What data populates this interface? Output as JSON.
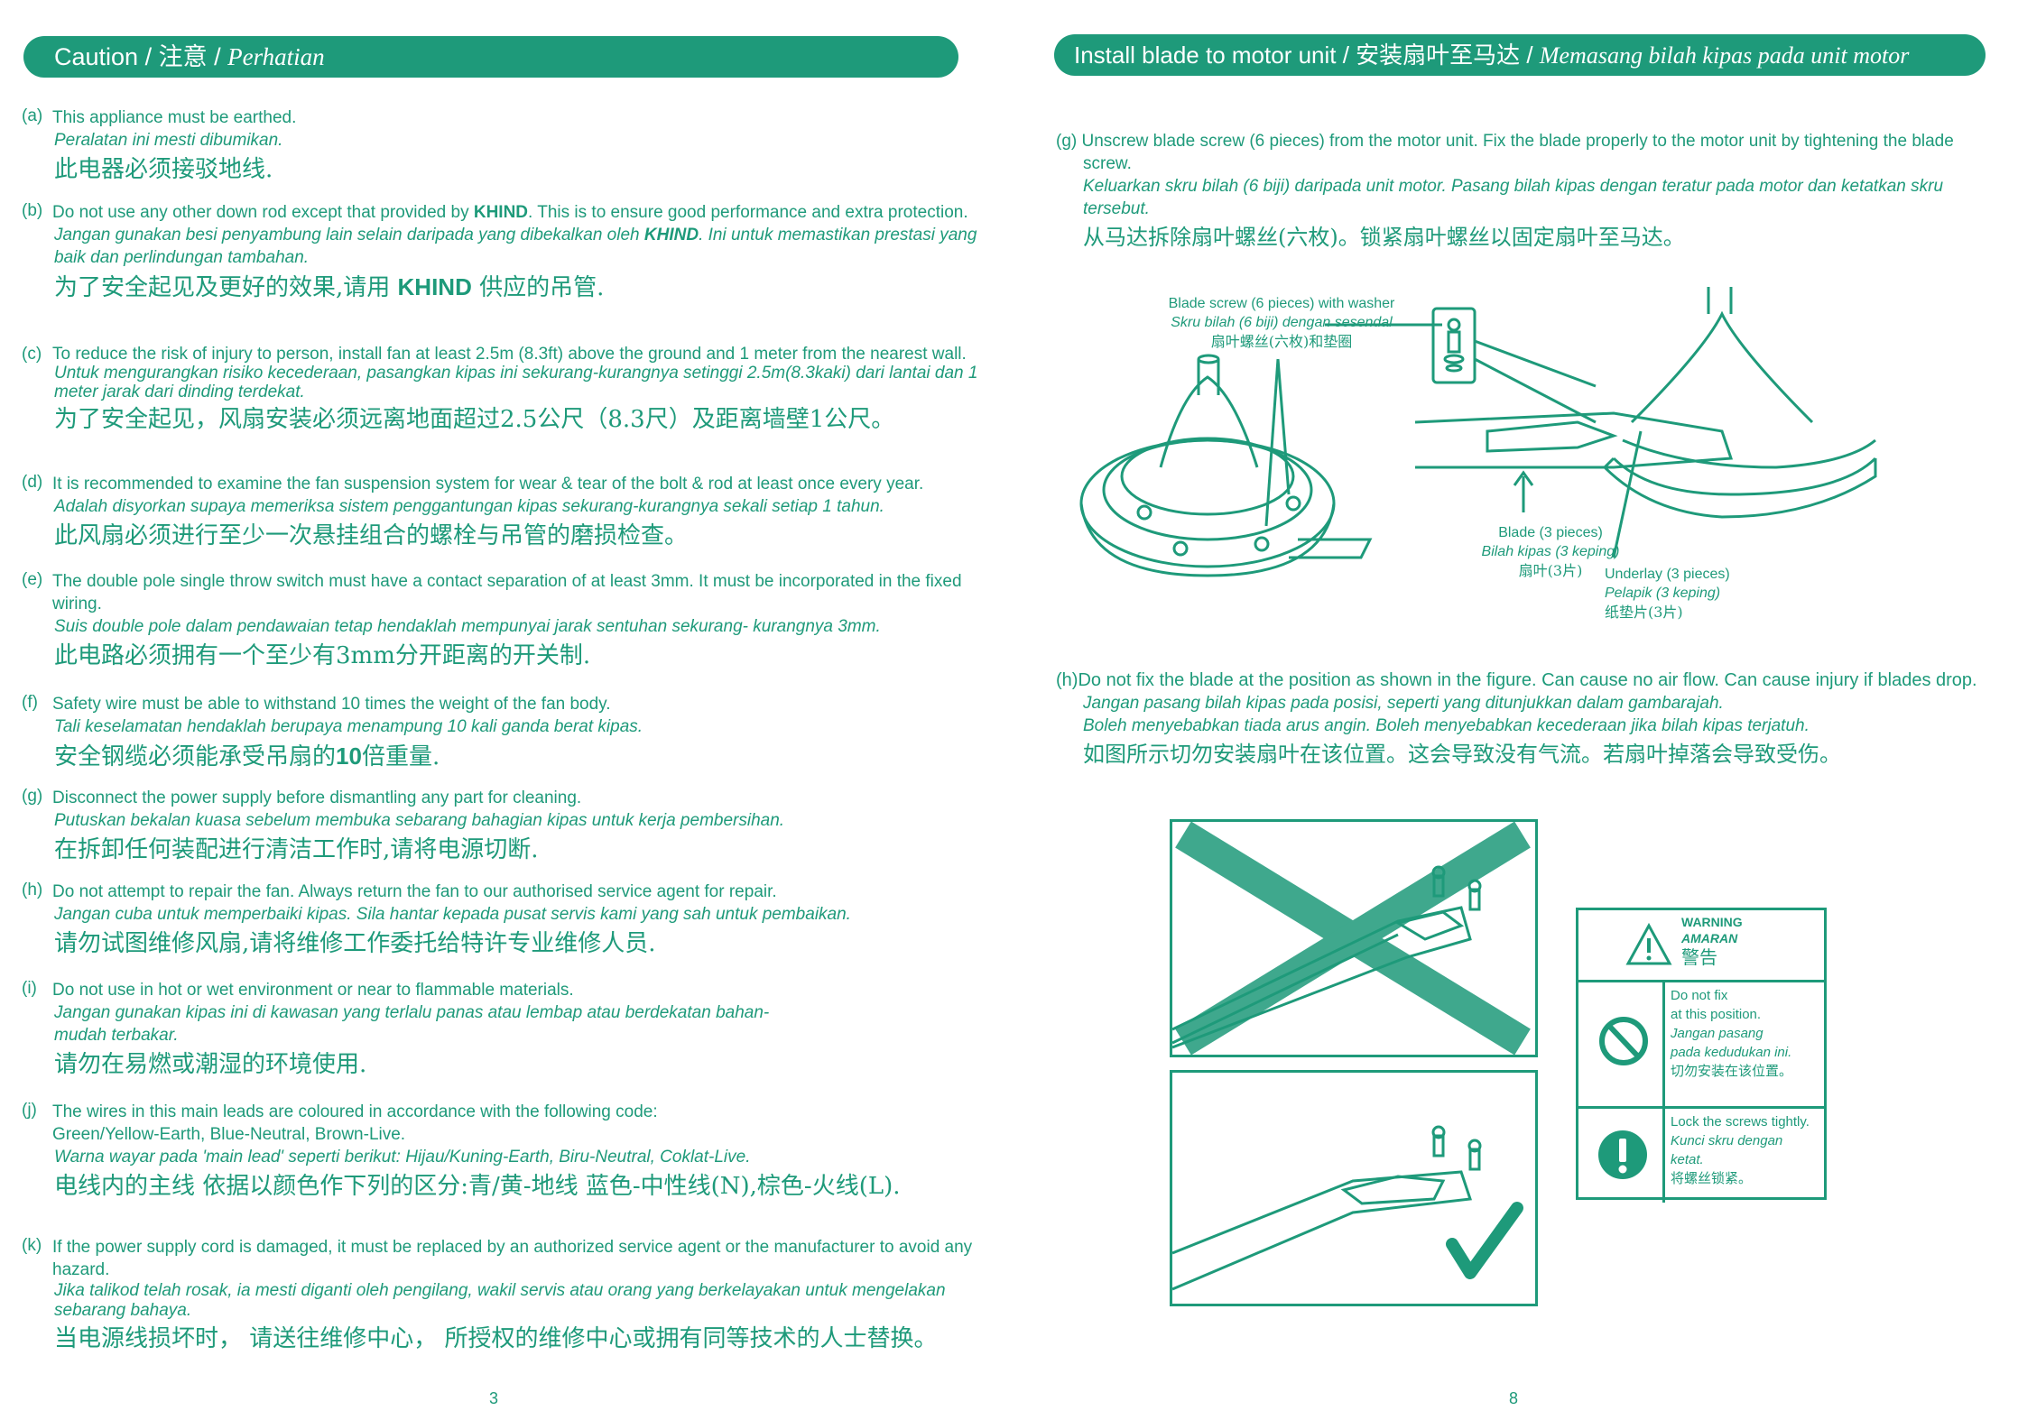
{
  "left": {
    "banner": {
      "en": "Caution",
      "cn": "注意",
      "my": "Perhatian",
      "sep": " / "
    },
    "items": [
      {
        "letter": "(a)",
        "en": "This appliance must be earthed.",
        "my": "Peralatan ini mesti dibumikan.",
        "cn": "此电器必须接驳地线."
      },
      {
        "letter": "(b)",
        "en_pre": "Do not use any other down rod except  that provided by ",
        "brand": "KHIND",
        "en_post": ". This is to ensure good  performance and extra protection.",
        "my_pre": "Jangan gunakan besi penyambung lain selain daripada yang dibekalkan oleh ",
        "my_brand": "KHIND",
        "my_post": ". Ini untuk  memastikan prestasi yang baik dan perlindungan tambahan.",
        "cn_pre": "为了安全起见及更好的效果,请用 ",
        "cn_brand": "KHIND",
        "cn_post": " 供应的吊管."
      },
      {
        "letter": "(c)",
        "en": "To reduce the risk of injury to person, install fan at least 2.5m (8.3ft) above the ground and 1 meter from the nearest wall.",
        "my": "Untuk mengurangkan risiko kecederaan, pasangkan kipas ini sekurang-kurangnya setinggi 2.5m(8.3kaki) dari lantai dan 1 meter jarak dari dinding terdekat.",
        "cn": "为了安全起见，风扇安装必须远离地面超过2.5公尺（8.3尺）及距离墙壁1公尺。"
      },
      {
        "letter": "(d)",
        "en": "It is recommended to examine the fan suspension system for wear & tear of the bolt & rod at least once every year.",
        "my": "Adalah disyorkan supaya memeriksa sistem penggantungan kipas sekurang-kurangnya sekali setiap 1 tahun.",
        "cn": "此风扇必须进行至少一次悬挂组合的螺栓与吊管的磨损检查。"
      },
      {
        "letter": "(e)",
        "en": "The double pole  single throw switch must have a contact separation of at least 3mm. It must be incorporated in the fixed wiring.",
        "my": "Suis double pole dalam pendawaian tetap hendaklah mempunyai jarak sentuhan sekurang- kurangnya 3mm.",
        "cn": "此电路必须拥有一个至少有3mm分开距离的开关制."
      },
      {
        "letter": "(f)",
        "en": "Safety wire must be able to withstand 10 times the weight of  the fan body.",
        "my": "Tali keselamatan hendaklah berupaya menampung 10 kali ganda berat kipas.",
        "cn_pre": "安全钢缆必须能承受吊扇的",
        "cn_bold": "10",
        "cn_post": "倍重量."
      },
      {
        "letter": "(g)",
        "en": "Disconnect the power supply before dismantling any part for cleaning.",
        "my": "Putuskan bekalan kuasa sebelum membuka sebarang bahagian kipas untuk kerja pembersihan.",
        "cn": "在拆卸任何装配进行清洁工作时,请将电源切断."
      },
      {
        "letter": "(h)",
        "en": "Do not attempt to repair  the  fan. Always return the  fan to our authorised service agent for  repair.",
        "my": "Jangan cuba untuk memperbaiki kipas. Sila hantar kepada pusat servis kami yang sah untuk pembaikan.",
        "cn": "请勿试图维修风扇,请将维修工作委托给特许专业维修人员."
      },
      {
        "letter": "(i)",
        "en": "Do not use in hot or wet environment or near to flammable materials.",
        "my": "Jangan gunakan kipas ini di kawasan yang terlalu panas atau lembap atau berdekatan bahan-mudah terbakar.",
        "cn": "请勿在易燃或潮湿的环境使用."
      },
      {
        "letter": "(j)",
        "en": "The wires in this main leads are coloured in accordance with the following code:",
        "en2": "Green/Yellow-Earth, Blue-Neutral, Brown-Live.",
        "my": "Warna wayar pada 'main lead' seperti berikut: Hijau/Kuning-Earth, Biru-Neutral,  Coklat-Live.",
        "cn": "电线内的主线 依据以颜色作下列的区分:青/黄-地线 蓝色-中性线(N),棕色-火线(L)."
      },
      {
        "letter": "(k)",
        "en": "If the power supply cord is damaged, it must be replaced by an authorized service agent or the manufacturer to avoid any hazard.",
        "my": "Jika talikod telah rosak, ia mesti diganti oleh pengilang, wakil servis atau orang yang berkelayakan untuk mengelakan sebarang bahaya.",
        "cn": "当电源线损坏时， 请送往维修中心， 所授权的维修中心或拥有同等技术的人士替换。"
      }
    ],
    "page_number": "3"
  },
  "right": {
    "banner": {
      "en": "Install blade to motor unit",
      "cn": "安装扇叶至马达",
      "my": "Memasang bilah kipas pada unit motor",
      "sep": " / "
    },
    "step_g": {
      "en": "(g) Unscrew blade screw (6 pieces) from the motor unit. Fix the blade properly to the motor unit by tightening the blade screw.",
      "my": "Keluarkan skru bilah (6 biji) daripada unit motor. Pasang bilah kipas dengan teratur pada motor dan ketatkan skru tersebut.",
      "cn": "从马达拆除扇叶螺丝(六枚)。锁紧扇叶螺丝以固定扇叶至马达。"
    },
    "labels": {
      "screw": {
        "en": "Blade screw (6 pieces) with washer",
        "my": "Skru bilah (6 biji) dengan sesendal",
        "cn": "扇叶螺丝(六枚)和垫圈"
      },
      "blade": {
        "en": "Blade (3 pieces)",
        "my": "Bilah kipas (3 keping)",
        "cn": "扇叶(3片)"
      },
      "underlay": {
        "en": "Underlay (3 pieces)",
        "my": "Pelapik (3 keping)",
        "cn": "纸垫片(3片)"
      }
    },
    "step_h": {
      "en": "(h)Do not fix the blade at the position as shown in the figure. Can cause no air flow. Can cause injury if blades drop.",
      "my": "Jangan pasang bilah kipas pada posisi, seperti yang ditunjukkan dalam gambarajah.",
      "my2": "Boleh menyebabkan tiada arus angin. Boleh menyebabkan kecederaan jika bilah kipas terjatuh.",
      "cn": "如图所示切勿安装扇叶在该位置。这会导致没有气流。若扇叶掉落会导致受伤。"
    },
    "warning": {
      "title_en": "WARNING",
      "title_my": "AMARAN",
      "title_cn": "警告",
      "row1": {
        "en1": "Do not fix",
        "en2": "at this position.",
        "my1": "Jangan pasang",
        "my2": "pada kedudukan ini.",
        "cn": "切勿安装在该位置。"
      },
      "row2": {
        "en": "Lock the screws tightly.",
        "my1": "Kunci skru dengan",
        "my2": "ketat.",
        "cn": "将螺丝锁紧。"
      }
    },
    "page_number": "8"
  },
  "colors": {
    "accent": "#1e9a7a",
    "background": "#ffffff"
  },
  "icons": [
    "prohibited-icon",
    "exclamation-icon",
    "warning-triangle-icon",
    "check-icon",
    "cross-icon"
  ]
}
